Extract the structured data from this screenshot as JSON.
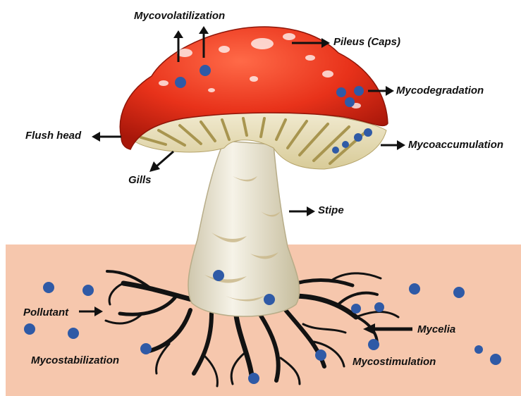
{
  "labels": {
    "mycovolatilization": "Mycovolatilization",
    "pileus": "Pileus (Caps)",
    "mycodegradation": "Mycodegradation",
    "flush_head": "Flush head",
    "mycoaccumulation": "Mycoaccumulation",
    "gills": "Gills",
    "stipe": "Stipe",
    "pollutant": "Pollutant",
    "mycelia": "Mycelia",
    "mycostabilization": "Mycostabilization",
    "mycostimulation": "Mycostimulation"
  },
  "colors": {
    "soil": "#f6c7ad",
    "cap": "#e8321a",
    "cap_dark": "#b81c0c",
    "cap_spot": "#ffffff",
    "gills": "#e6dcb0",
    "gill_line": "#a8954f",
    "stipe": "#eeeadc",
    "stipe_shadow": "#c9b98b",
    "mycelia": "#121212",
    "pollutant": "#2f5aa6",
    "arrow": "#111111"
  }
}
